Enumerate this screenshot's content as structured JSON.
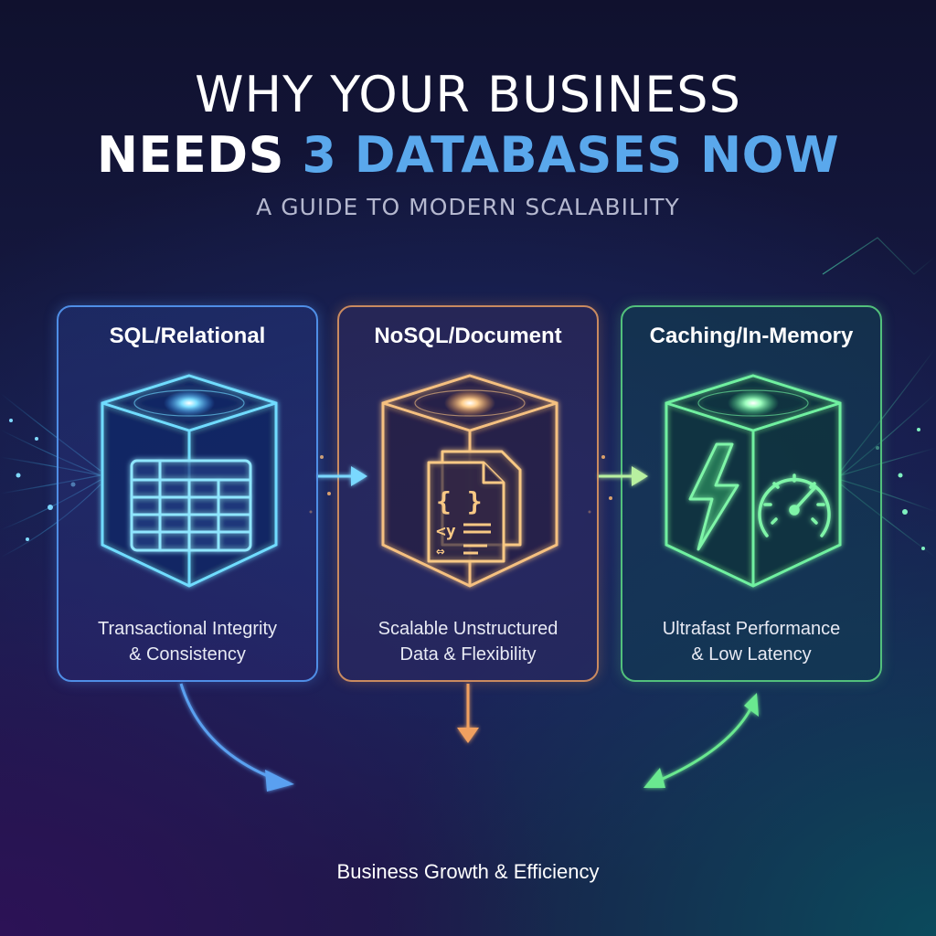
{
  "header": {
    "title_line1": "WHY YOUR BUSINESS",
    "title_line2_white": "NEEDS",
    "title_line2_blue": "3 DATABASES NOW",
    "subtitle": "A GUIDE TO MODERN SCALABILITY"
  },
  "cards": [
    {
      "title": "SQL/Relational",
      "icon": "table-grid-icon",
      "desc_line1": "Transactional Integrity",
      "desc_line2": "& Consistency",
      "color": "#4f8ee6"
    },
    {
      "title": "NoSQL/Document",
      "icon": "document-code-icon",
      "desc_line1": "Scalable Unstructured",
      "desc_line2": "Data & Flexibility",
      "color": "#e89a5a"
    },
    {
      "title": "Caching/In-Memory",
      "icon": "lightning-speedometer-icon",
      "desc_line1": "Ultrafast Performance",
      "desc_line2": "& Low Latency",
      "color": "#5fdc88"
    }
  ],
  "growth": {
    "label": "Business Growth & Efficiency",
    "icon": "growth-chart-icon"
  },
  "colors": {
    "accent_blue": "#5aa8ec",
    "accent_orange": "#e89a5a",
    "accent_green": "#5fdc88"
  }
}
